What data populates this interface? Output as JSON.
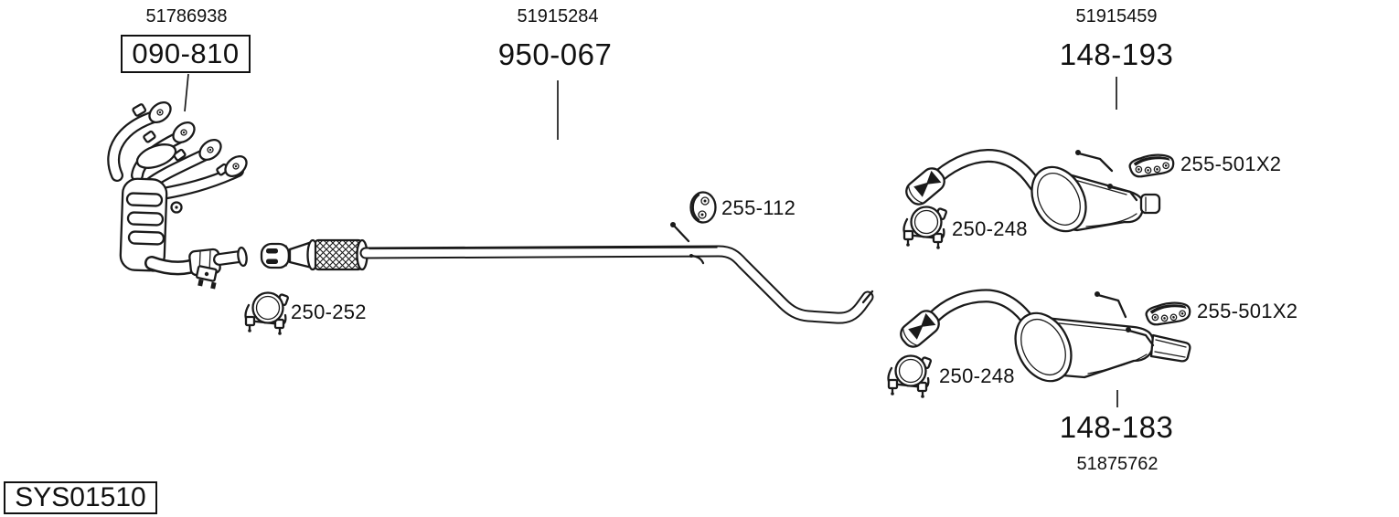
{
  "colors": {
    "background": "#ffffff",
    "line": "#1a1a1a",
    "text": "#111111"
  },
  "system_code": "SYS01510",
  "parts": {
    "manifold_catalyst": {
      "oem": "51786938",
      "number": "090-810",
      "boxed": true,
      "drawing": "exhaust-manifold-catalyst"
    },
    "center_pipe": {
      "oem": "51915284",
      "number": "950-067",
      "boxed": false,
      "drawing": "flex-center-pipe"
    },
    "rear_muffler_upper": {
      "oem": "51915459",
      "number": "148-193",
      "boxed": false,
      "drawing": "rear-muffler"
    },
    "rear_muffler_lower": {
      "oem": "51875762",
      "number": "148-183",
      "boxed": false,
      "drawing": "rear-muffler"
    },
    "mid_pipe_hanger": {
      "number": "255-112",
      "icon": "rubber-hanger-icon"
    },
    "front_clamp": {
      "number": "250-252",
      "icon": "pipe-clamp-icon"
    },
    "upper_muffler_hanger": {
      "number": "255-501X2",
      "icon": "rubber-hanger-bracket-icon"
    },
    "upper_muffler_clamp": {
      "number": "250-248",
      "icon": "pipe-clamp-icon"
    },
    "lower_muffler_hanger": {
      "number": "255-501X2",
      "icon": "rubber-hanger-bracket-icon"
    },
    "lower_muffler_clamp": {
      "number": "250-248",
      "icon": "pipe-clamp-icon"
    }
  }
}
